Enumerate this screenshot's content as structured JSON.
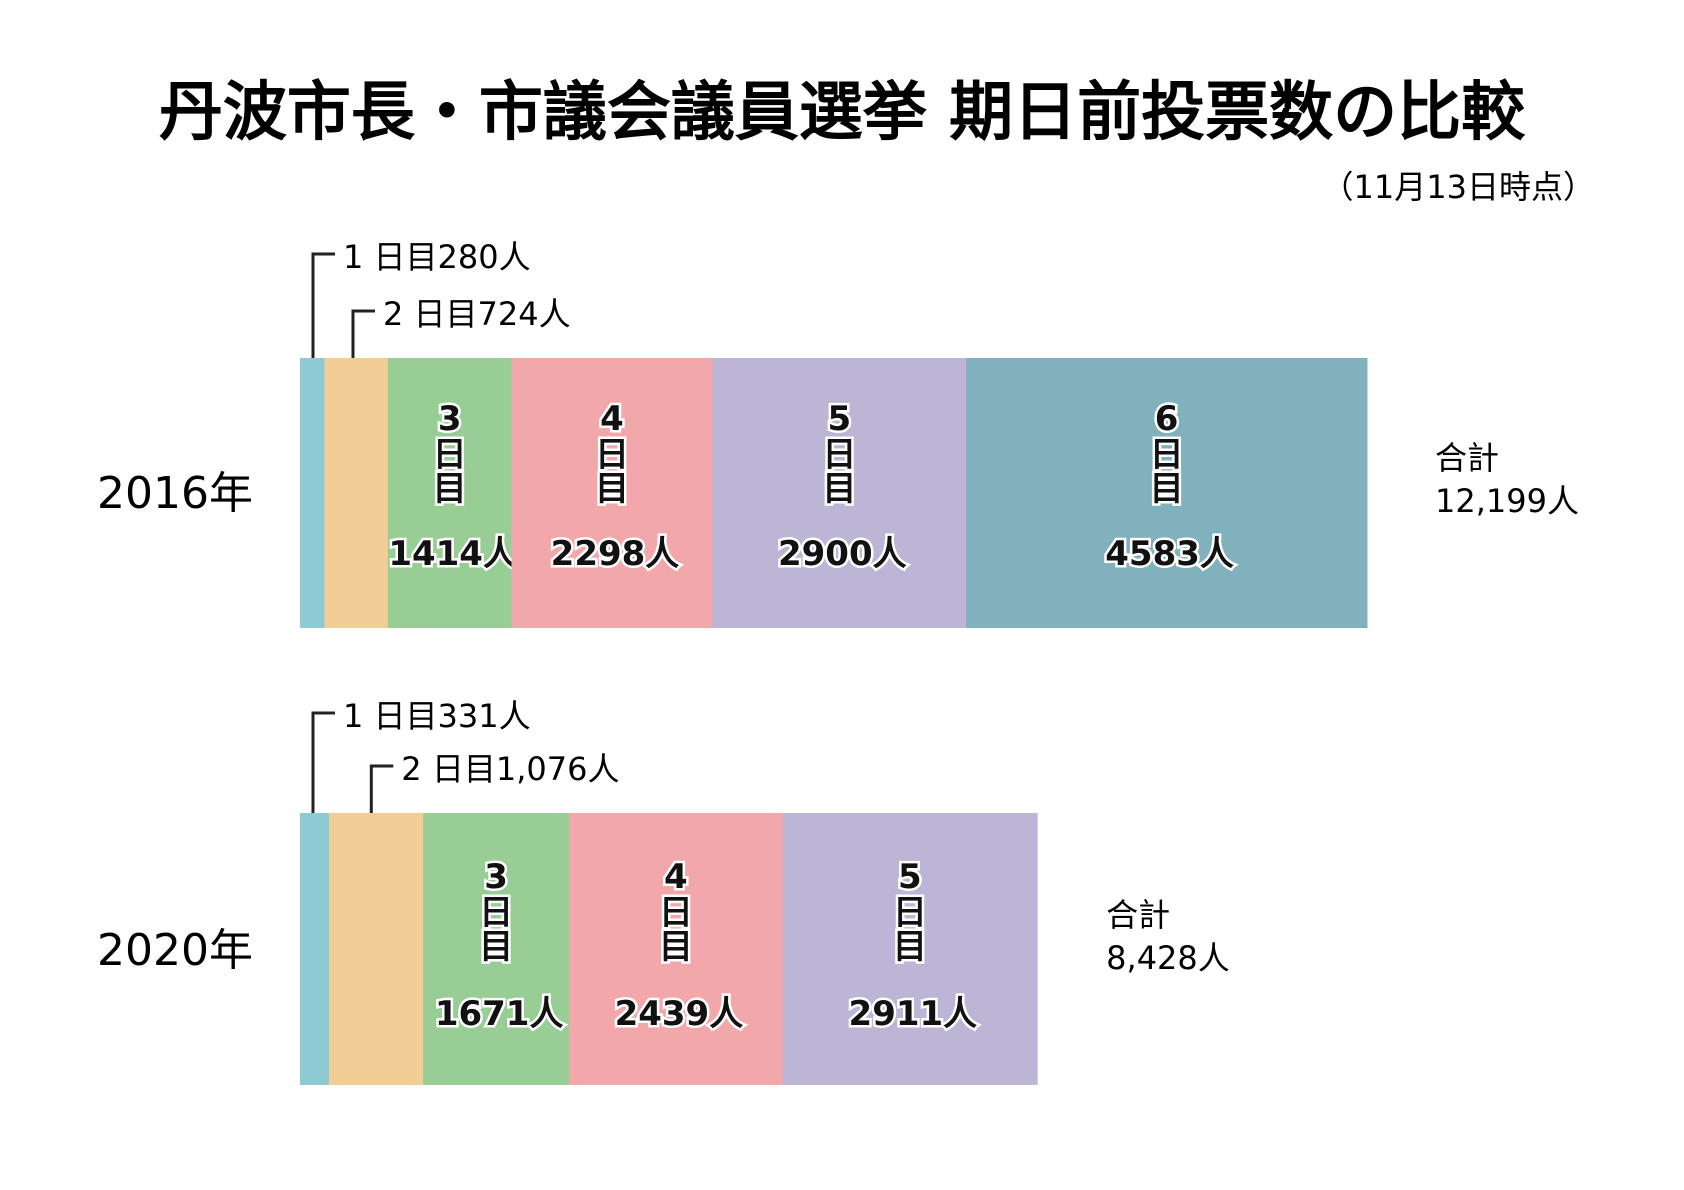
{
  "chart_data": {
    "type": "bar",
    "orientation": "horizontal-stacked",
    "title": "丹波市長・市議会議員選挙 期日前投票数の比較",
    "subtitle": "（11月13日時点）",
    "unit": "人",
    "day_label_suffix": "日目",
    "total_label": "合計",
    "colors": [
      "#8ccbd3",
      "#f3cd96",
      "#98cd96",
      "#f2a8ab",
      "#bcb5d6",
      "#80b1bd"
    ],
    "series": [
      {
        "name": "2016年",
        "values": [
          280,
          724,
          1414,
          2298,
          2900,
          4583
        ],
        "total": "12,199人",
        "labels": [
          "1 日目280人",
          "2 日目724人",
          "1414人",
          "2298人",
          "2900人",
          "4583人"
        ]
      },
      {
        "name": "2020年",
        "values": [
          331,
          1076,
          1671,
          2439,
          2911
        ],
        "total": "8,428人",
        "labels": [
          "1 日目331人",
          "2 日目1,076人",
          "1671人",
          "2439人",
          "2911人"
        ]
      }
    ]
  }
}
